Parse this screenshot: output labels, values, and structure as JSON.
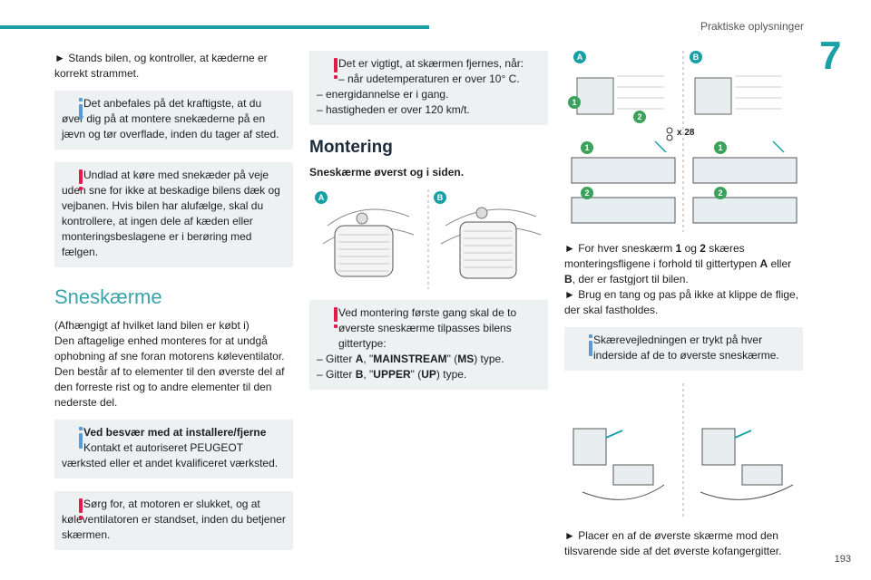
{
  "header": {
    "section_title": "Praktiske oplysninger",
    "chapter": "7",
    "page_number": "193"
  },
  "col1": {
    "p1": "► Stands bilen, og kontroller, at kæderne er korrekt strammet.",
    "info1_first": "Det anbefales på det kraftigste, at du",
    "info1_rest": "øver dig på at montere snekæderne på en jævn og tør overflade, inden du tager af sted.",
    "warn1_first": "Undlad at køre med snekæder på veje",
    "warn1_rest": "uden sne for ikke at beskadige bilens dæk og vejbanen. Hvis bilen har alufælge, skal du kontrollere, at ingen dele af kæden eller monteringsbeslagene er i berøring med fælgen.",
    "heading": "Sneskærme",
    "p2": "(Afhængigt af hvilket land bilen er købt i)",
    "p3": "Den aftagelige enhed monteres for at undgå ophobning af sne foran motorens køleventilator.",
    "p4": "Den består af to elementer til den øverste del af den forreste rist og to andre elementer til den nederste del.",
    "info2_bold": "Ved besvær med at installere/fjerne",
    "info2_rest": "Kontakt et autoriseret PEUGEOT værksted eller et andet kvalificeret værksted.",
    "warn2_first": "Sørg for, at motoren er slukket, og at",
    "warn2_rest": "køleventilatoren er standset, inden du betjener skærmen."
  },
  "col2": {
    "warn3_first": "Det er vigtigt, at skærmen fjernes, når:",
    "warn3_l1": "– når udetemperaturen er over 10° C.",
    "warn3_l2": "– energidannelse er i gang.",
    "warn3_l3": "– hastigheden er over 120 km/t.",
    "heading": "Montering",
    "subhead": "Sneskærme øverst og i siden.",
    "fig_label_a": "A",
    "fig_label_b": "B",
    "warn4_first": "Ved montering første gang skal de to",
    "warn4_l1": "øverste sneskærme tilpasses bilens gittertype:",
    "warn4_l2_pre": "– Gitter ",
    "warn4_l2_a": "A",
    "warn4_l2_mid": ", \"",
    "warn4_l2_ms": "MAINSTREAM",
    "warn4_l2_mid2": "\" (",
    "warn4_l2_ms2": "MS",
    "warn4_l2_end": ") type.",
    "warn4_l3_pre": "– Gitter ",
    "warn4_l3_b": "B",
    "warn4_l3_mid": ", \"",
    "warn4_l3_up": "UPPER",
    "warn4_l3_mid2": "\" (",
    "warn4_l3_up2": "UP",
    "warn4_l3_end": ") type."
  },
  "col3": {
    "fig1_a": "A",
    "fig1_b": "B",
    "fig1_1": "1",
    "fig1_2": "2",
    "fig1_cut": "x 28",
    "p1_pre": "► For hver sneskærm ",
    "p1_1": "1",
    "p1_og": " og ",
    "p1_2": "2",
    "p1_mid": " skæres monteringsfligene i forhold til gittertypen ",
    "p1_a": "A",
    "p1_eller": " eller ",
    "p1_b": "B",
    "p1_end": ", der er fastgjort til bilen.",
    "p2": "► Brug en tang og pas på ikke at klippe de flige, der skal fastholdes.",
    "info3_first": "Skærevejledningen er trykt på hver",
    "info3_rest": "inderside af de to øverste sneskærme.",
    "p3": "► Placer en af de øverste skærme mod den tilsvarende side af det øverste kofangergitter."
  },
  "colors": {
    "teal": "#19a0a6",
    "warn": "#e5194b",
    "info": "#5b9bd5",
    "box": "#eef1f2",
    "heading_teal": "#3aa3a9"
  }
}
